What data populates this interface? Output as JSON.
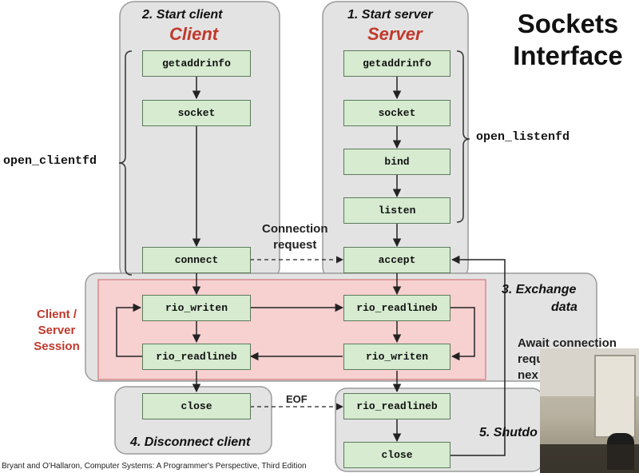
{
  "title": {
    "line1": "Sockets",
    "line2": "Interface"
  },
  "client": {
    "phase": "2. Start client",
    "name": "Client",
    "bracket_label": "open_clientfd",
    "steps": {
      "getaddrinfo": "getaddrinfo",
      "socket": "socket",
      "connect": "connect"
    }
  },
  "server": {
    "phase": "1. Start server",
    "name": "Server",
    "bracket_label": "open_listenfd",
    "steps": {
      "getaddrinfo": "getaddrinfo",
      "socket": "socket",
      "bind": "bind",
      "listen": "listen",
      "accept": "accept"
    }
  },
  "connection_request": {
    "line1": "Connection",
    "line2": "request"
  },
  "exchange": {
    "phase_line1": "3. Exchange",
    "phase_line2": "data",
    "session_line1": "Client /",
    "session_line2": "Server",
    "session_line3": "Session",
    "client_write": "rio_writen",
    "client_read": "rio_readlineb",
    "server_read": "rio_readlineb",
    "server_write": "rio_writen"
  },
  "await": {
    "line1": "Await connection",
    "line2": "requ",
    "line3": "nex"
  },
  "disconnect": {
    "phase": "4. Disconnect client",
    "close": "close",
    "eof": "EOF"
  },
  "shutdown": {
    "phase": "5. Shutdo",
    "readlineb": "rio_readlineb",
    "close": "close"
  },
  "footer": "Bryant and O'Hallaron, Computer Systems: A Programmer's Perspective, Third Edition",
  "colors": {
    "panel": "#e3e3e3",
    "panel_border": "#9a9a9a",
    "exchange_fill": "#f7d0d0",
    "exchange_border": "#d58b8b",
    "box_fill": "#d6ebd0",
    "accent_red": "#c0392b"
  }
}
